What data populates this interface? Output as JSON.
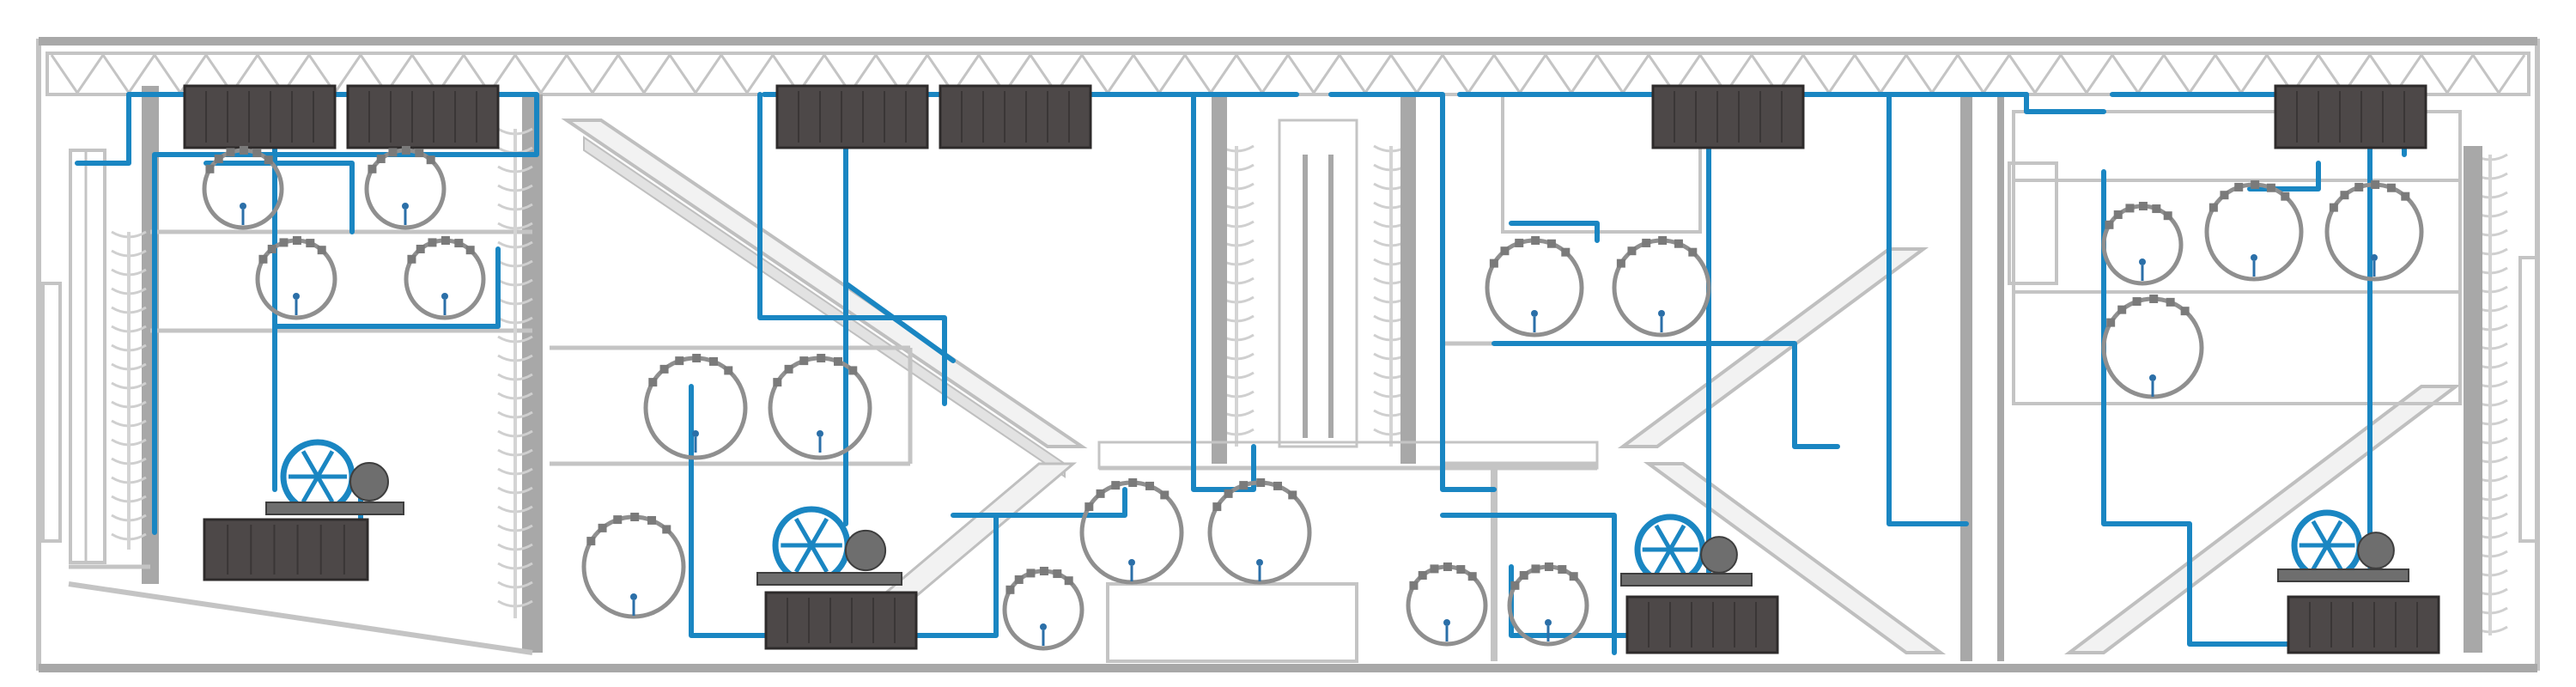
{
  "diagram": {
    "colors": {
      "structure": "#c4c4c4",
      "pipes": "#1a86c2",
      "tanks": "#4d4848",
      "rings": "#8f8f8f",
      "figures": "#2b6fa8"
    },
    "icons": [
      "truss-roof",
      "escalator",
      "spiral-stair",
      "elevator-shaft",
      "ring-tube",
      "storage-tank",
      "pump-wheel",
      "gear",
      "person-figure"
    ]
  }
}
